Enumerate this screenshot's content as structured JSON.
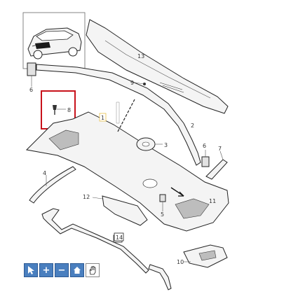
{
  "diagram": {
    "callouts": {
      "c1": "1",
      "c2": "2",
      "c3": "3",
      "c4": "4",
      "c5": "5",
      "c6a": "6",
      "c6b": "6",
      "c7": "7",
      "c8": "8",
      "c9": "9",
      "c10": "10",
      "c11": "11",
      "c12": "12",
      "c13": "13",
      "c14": "14"
    },
    "highlight_color": "#c8121b",
    "label_box_color": "#e8c04a"
  },
  "toolbar": {
    "buttons": [
      "pointer-icon",
      "zoom-in-icon",
      "zoom-out-icon",
      "home-icon",
      "hand-icon"
    ],
    "zoom_in_label": "+",
    "zoom_out_label": "−"
  }
}
